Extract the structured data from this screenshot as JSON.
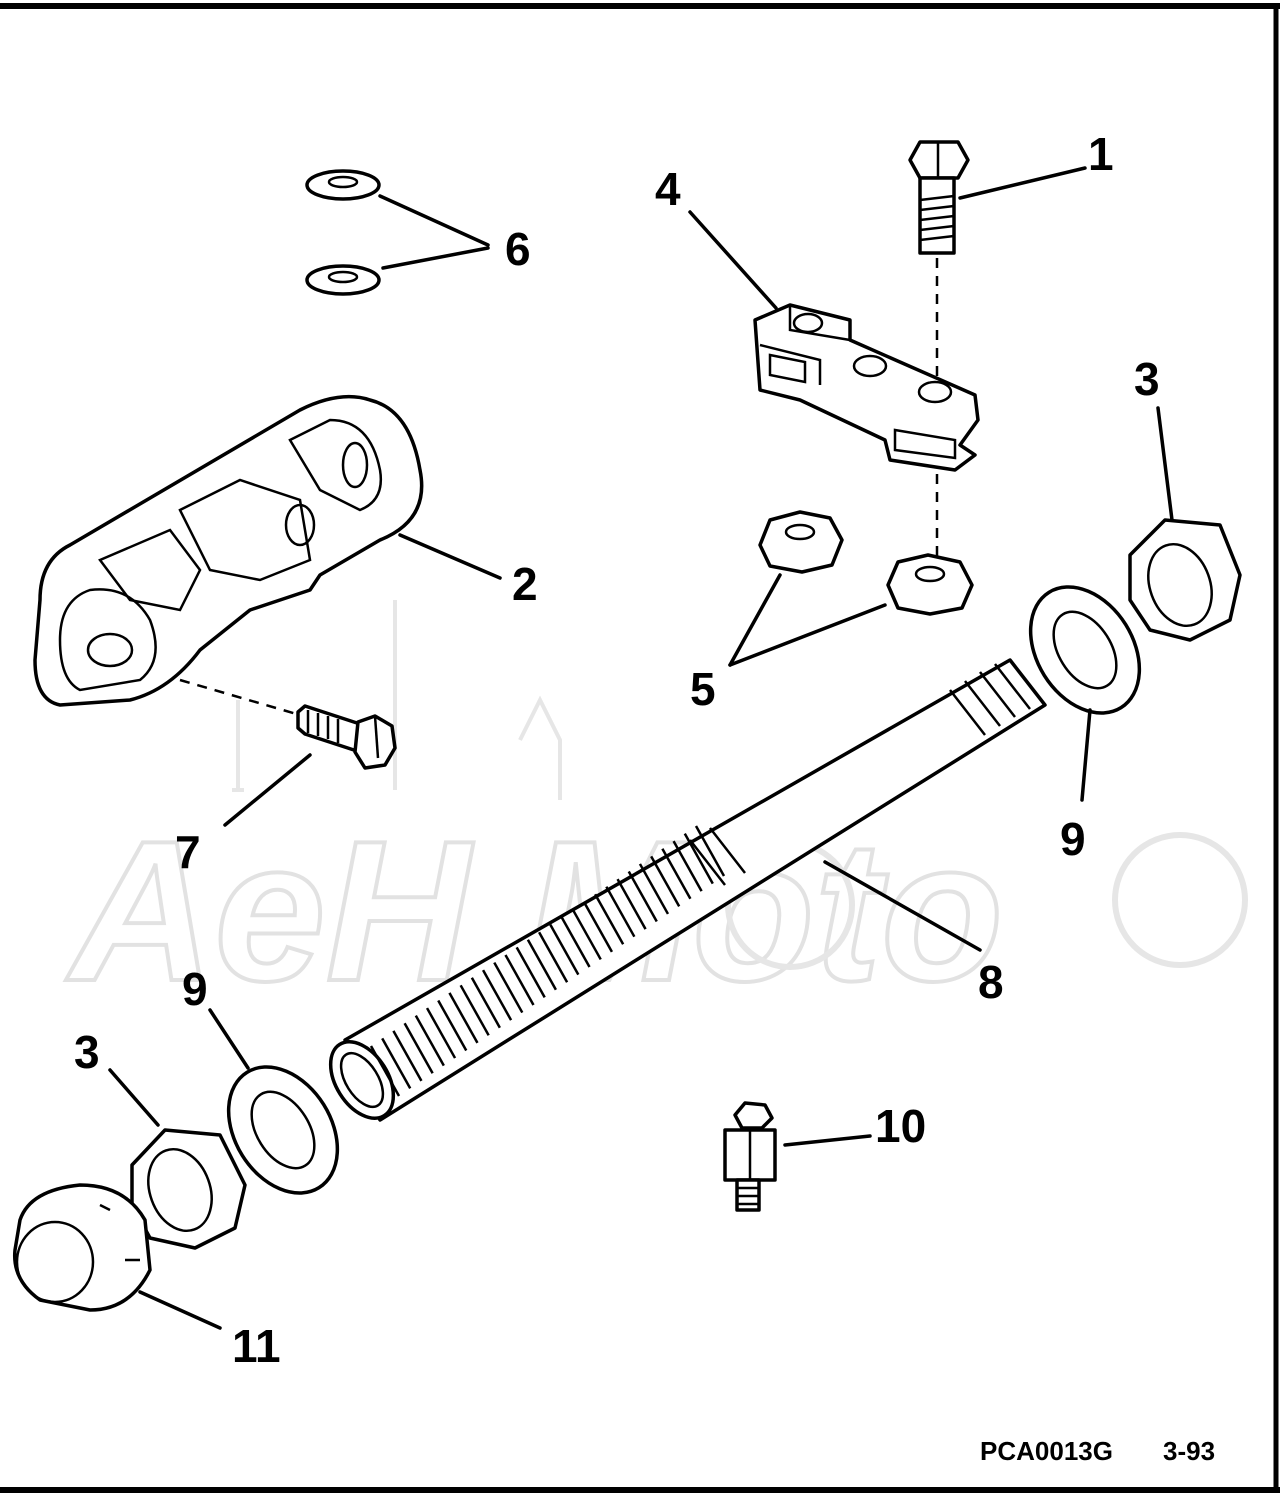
{
  "diagram": {
    "callouts": [
      {
        "id": "1",
        "label": "1"
      },
      {
        "id": "2",
        "label": "2"
      },
      {
        "id": "3a",
        "label": "3"
      },
      {
        "id": "3b",
        "label": "3"
      },
      {
        "id": "4",
        "label": "4"
      },
      {
        "id": "5",
        "label": "5"
      },
      {
        "id": "6",
        "label": "6"
      },
      {
        "id": "7",
        "label": "7"
      },
      {
        "id": "8",
        "label": "8"
      },
      {
        "id": "9a",
        "label": "9"
      },
      {
        "id": "9b",
        "label": "9"
      },
      {
        "id": "10",
        "label": "10"
      },
      {
        "id": "11",
        "label": "11"
      }
    ],
    "footer": {
      "code": "PCA0013G",
      "date": "3-93"
    },
    "watermark": {
      "logo_text": "AeH Moto"
    }
  }
}
